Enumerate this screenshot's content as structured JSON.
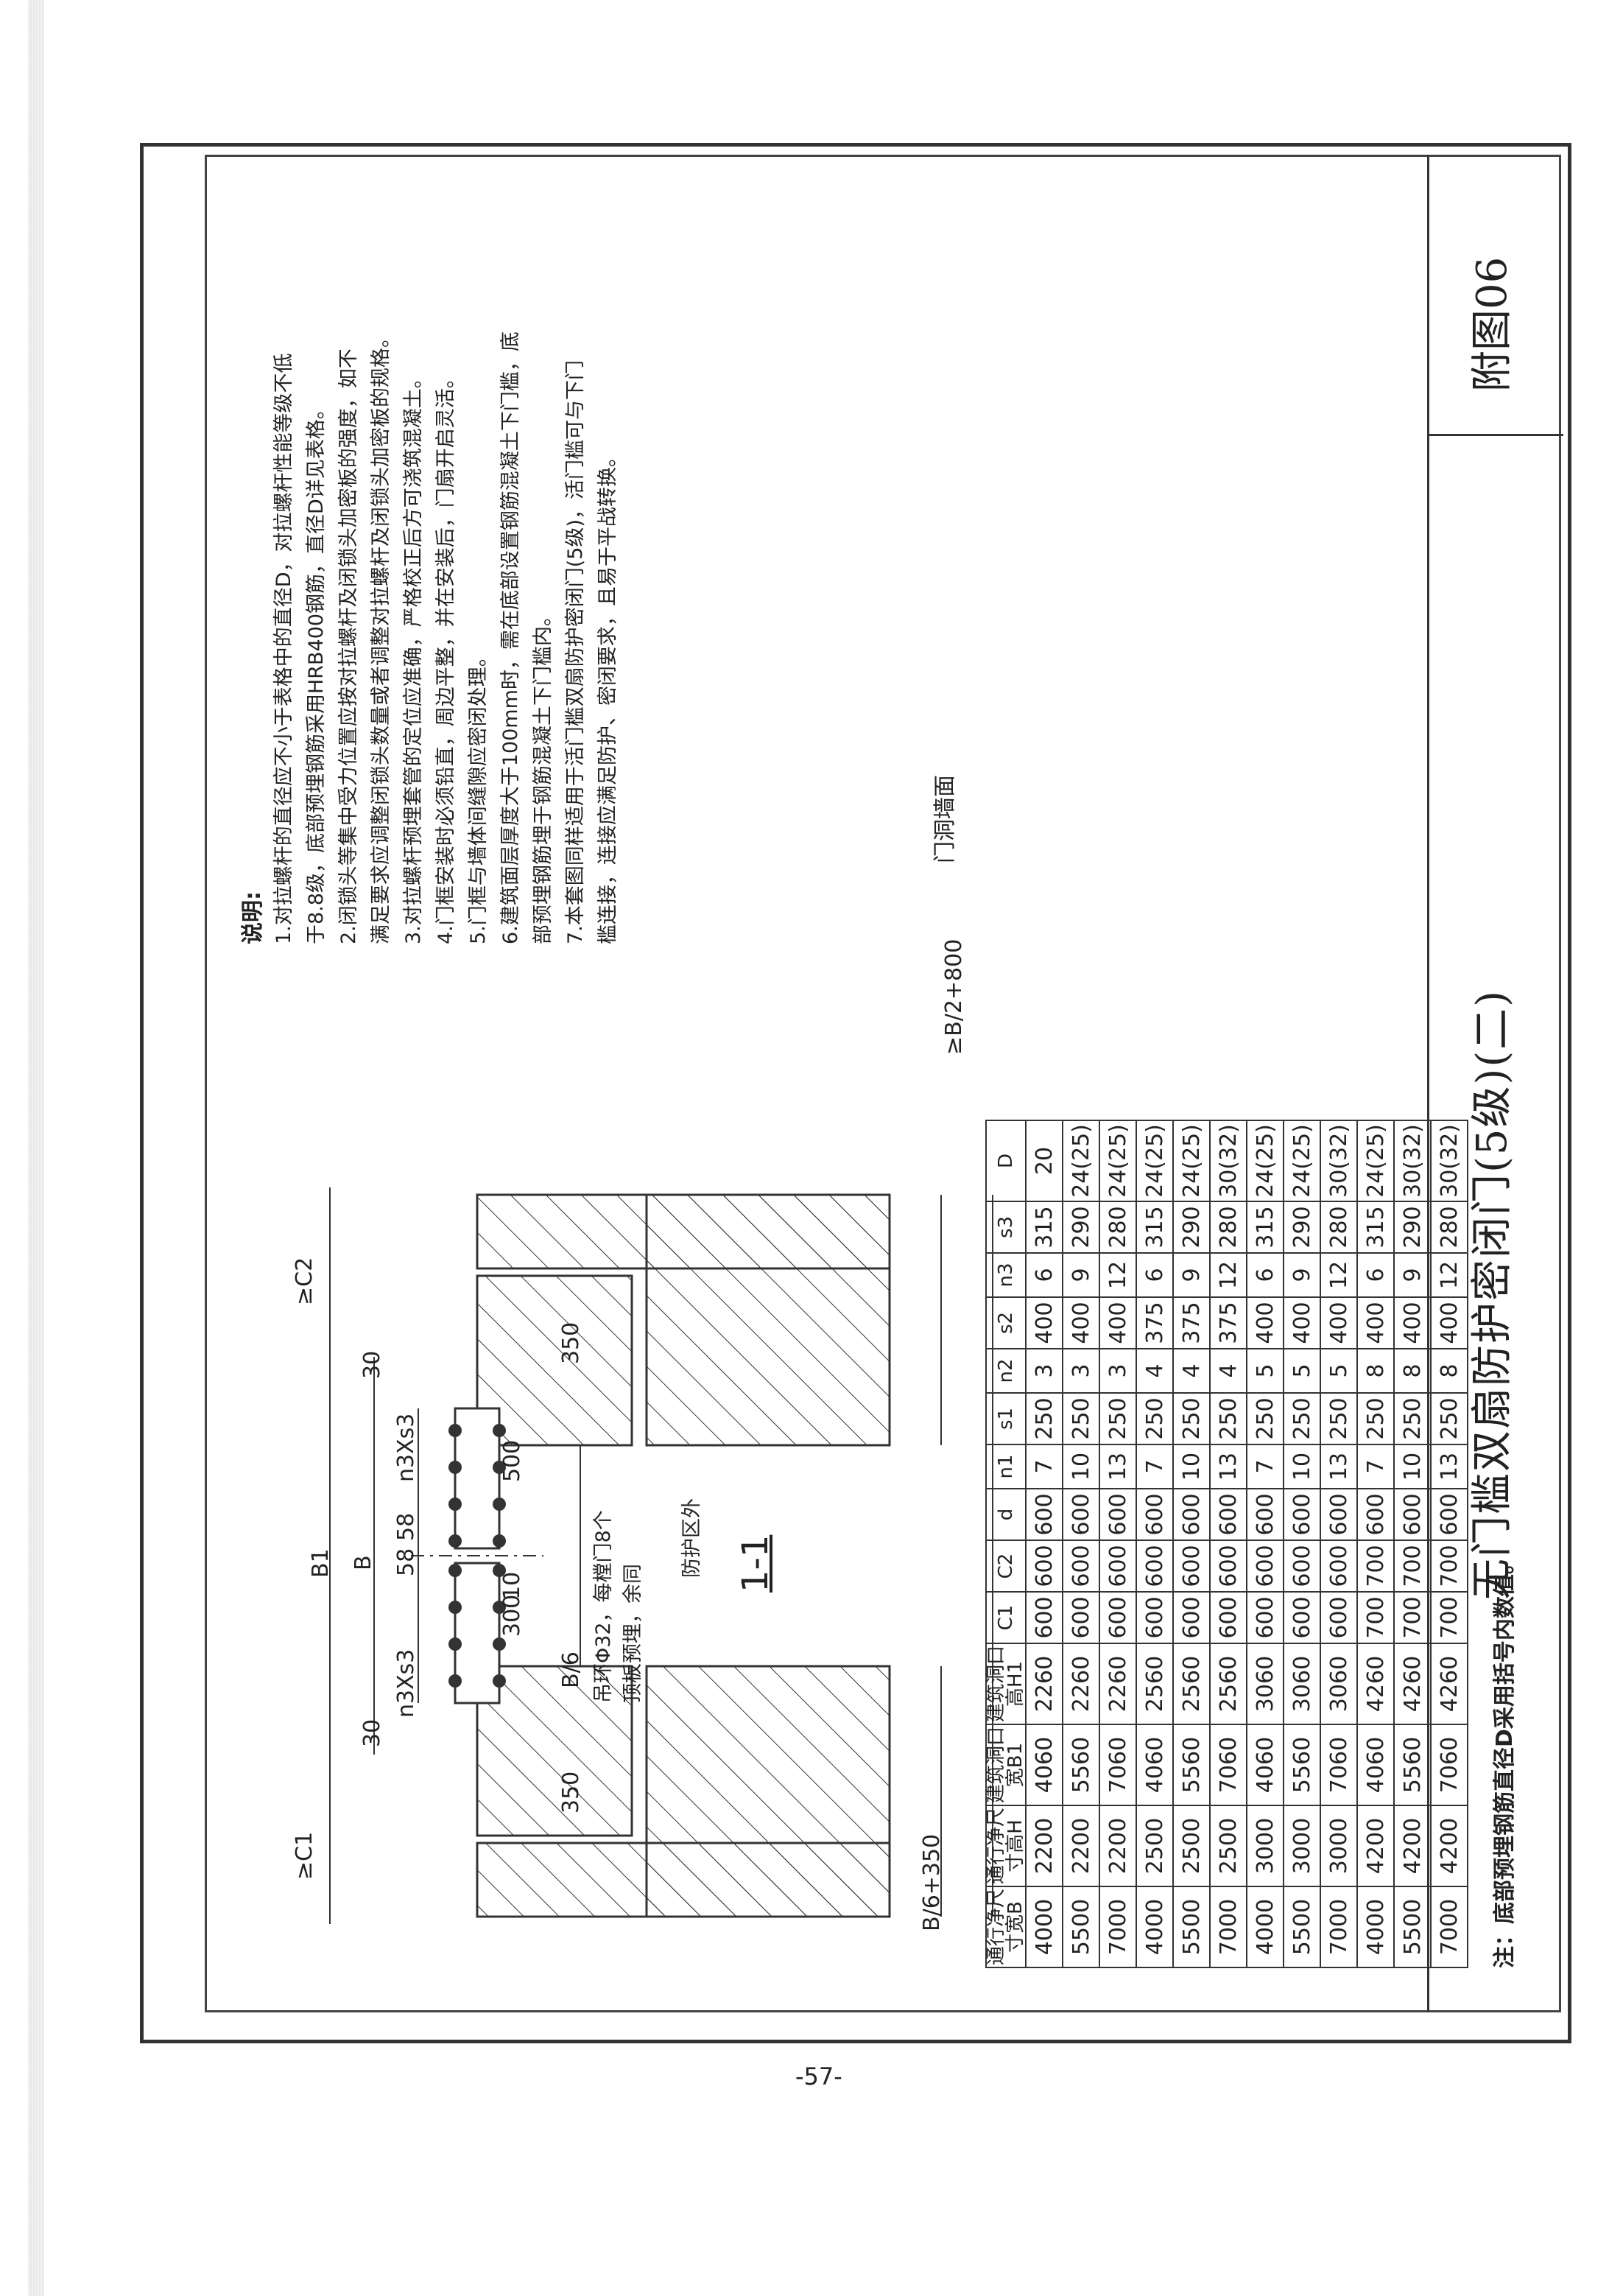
{
  "page_number": "-57-",
  "title": {
    "main": "无门槛双扇防护密闭门(5级)(二)",
    "code": "附图06"
  },
  "section_label": "1-1",
  "notes": {
    "heading": "说明:",
    "items": [
      "1.对拉螺杆的直径应不小于表格中的直径D，对拉螺杆性能等级不低",
      "   于8.8级，底部预埋钢筋采用HRB400钢筋，直径D详见表格。",
      "2.闭锁头等集中受力位置应按对拉螺杆及闭锁头加密板的强度，如不",
      "   满足要求应调整闭锁头数量或者调整对拉螺杆及闭锁头加密板的规格。",
      "3.对拉螺杆预埋套管的定位应准确，严格校正后方可浇筑混凝土。",
      "4.门框安装时必须铅直，周边平整，并在安装后，门扇开启灵活。",
      "5.门框与墙体间缝隙应密闭处理。",
      "6.建筑面层厚度大于100mm时，需在底部设置钢筋混凝土下门槛，底",
      "   部预埋钢筋埋于钢筋混凝土下门槛内。",
      "7.本套图同样适用于活门槛双扇防护密闭门(5级)，活门槛可与下门",
      "   槛连接，连接应满足防护、密闭要求，且易于平战转换。"
    ]
  },
  "drawing_labels": {
    "c1": "≥C1",
    "c2": "≥C2",
    "b1": "B1",
    "b": "B",
    "n3s3_left": "n3Xs3",
    "n3s3_right": "n3Xs3",
    "d30_left": "30",
    "d30_right": "30",
    "d58": "58",
    "d58b": "58",
    "d350_left": "350",
    "d350_right": "350",
    "d300": "300",
    "d500": "500",
    "d10": "10",
    "b6": "B/6",
    "b6_350": "B/6+350",
    "b2_800": "≥B/2+800",
    "door_opening": "门洞墙面",
    "hook_note_1": "吊环Φ32，每樘门8个",
    "hook_note_2": "顶板预埋，余同",
    "zone": "防护区外"
  },
  "table": {
    "headers": [
      "通行净尺寸宽B",
      "通行净尺寸高H",
      "建筑洞口宽B1",
      "建筑洞口高H1",
      "C1",
      "C2",
      "d",
      "n1",
      "s1",
      "n2",
      "s2",
      "n3",
      "s3",
      "D"
    ],
    "rows": [
      [
        "4000",
        "2200",
        "4060",
        "2260",
        "600",
        "600",
        "600",
        "7",
        "250",
        "3",
        "400",
        "6",
        "315",
        "20"
      ],
      [
        "5500",
        "2200",
        "5560",
        "2260",
        "600",
        "600",
        "600",
        "10",
        "250",
        "3",
        "400",
        "9",
        "290",
        "24(25)"
      ],
      [
        "7000",
        "2200",
        "7060",
        "2260",
        "600",
        "600",
        "600",
        "13",
        "250",
        "3",
        "400",
        "12",
        "280",
        "24(25)"
      ],
      [
        "4000",
        "2500",
        "4060",
        "2560",
        "600",
        "600",
        "600",
        "7",
        "250",
        "4",
        "375",
        "6",
        "315",
        "24(25)"
      ],
      [
        "5500",
        "2500",
        "5560",
        "2560",
        "600",
        "600",
        "600",
        "10",
        "250",
        "4",
        "375",
        "9",
        "290",
        "24(25)"
      ],
      [
        "7000",
        "2500",
        "7060",
        "2560",
        "600",
        "600",
        "600",
        "13",
        "250",
        "4",
        "375",
        "12",
        "280",
        "30(32)"
      ],
      [
        "4000",
        "3000",
        "4060",
        "3060",
        "600",
        "600",
        "600",
        "7",
        "250",
        "5",
        "400",
        "6",
        "315",
        "24(25)"
      ],
      [
        "5500",
        "3000",
        "5560",
        "3060",
        "600",
        "600",
        "600",
        "10",
        "250",
        "5",
        "400",
        "9",
        "290",
        "24(25)"
      ],
      [
        "7000",
        "3000",
        "7060",
        "3060",
        "600",
        "600",
        "600",
        "13",
        "250",
        "5",
        "400",
        "12",
        "280",
        "30(32)"
      ],
      [
        "4000",
        "4200",
        "4060",
        "4260",
        "700",
        "700",
        "600",
        "7",
        "250",
        "8",
        "400",
        "6",
        "315",
        "24(25)"
      ],
      [
        "5500",
        "4200",
        "5560",
        "4260",
        "700",
        "700",
        "600",
        "10",
        "250",
        "8",
        "400",
        "9",
        "290",
        "30(32)"
      ],
      [
        "7000",
        "4200",
        "7060",
        "4260",
        "700",
        "700",
        "600",
        "13",
        "250",
        "8",
        "400",
        "12",
        "280",
        "30(32)"
      ]
    ],
    "footnote": "注：底部预埋钢筋直径D采用括号内数值。"
  }
}
